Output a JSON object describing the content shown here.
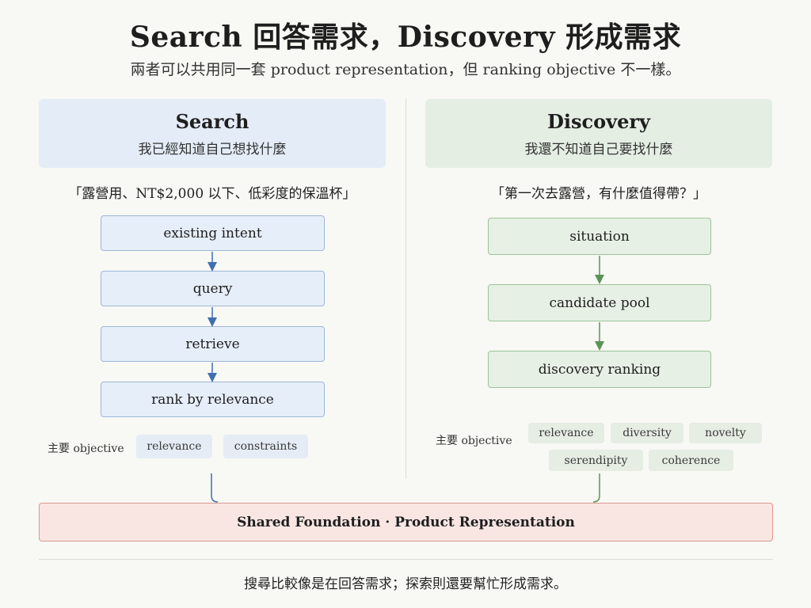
{
  "title": "Search 回答需求，Discovery 形成需求",
  "subtitle": "兩者可以共用同一套 product representation，但 ranking objective 不一樣。",
  "search": {
    "title": "Search",
    "subtitle": "我已經知道自己想找什麼",
    "example": "「露營用、NT$2,000 以下、低彩度的保溫杯」",
    "steps": [
      "existing intent",
      "query",
      "retrieve",
      "rank by relevance"
    ],
    "objective_label": "主要 objective",
    "objectives": [
      "relevance",
      "constraints"
    ],
    "color": "#3f6fb0"
  },
  "discovery": {
    "title": "Discovery",
    "subtitle": "我還不知道自己要找什麼",
    "example": "「第一次去露營，有什麼值得帶？」",
    "steps": [
      "situation",
      "candidate pool",
      "discovery ranking"
    ],
    "objective_label": "主要 objective",
    "objectives": [
      "relevance",
      "diversity",
      "novelty",
      "serendipity",
      "coherence"
    ],
    "color": "#5b9356"
  },
  "foundation": "Shared Foundation · Product Representation",
  "footer": "搜尋比較像是在回答需求；探索則還要幫忙形成需求。"
}
